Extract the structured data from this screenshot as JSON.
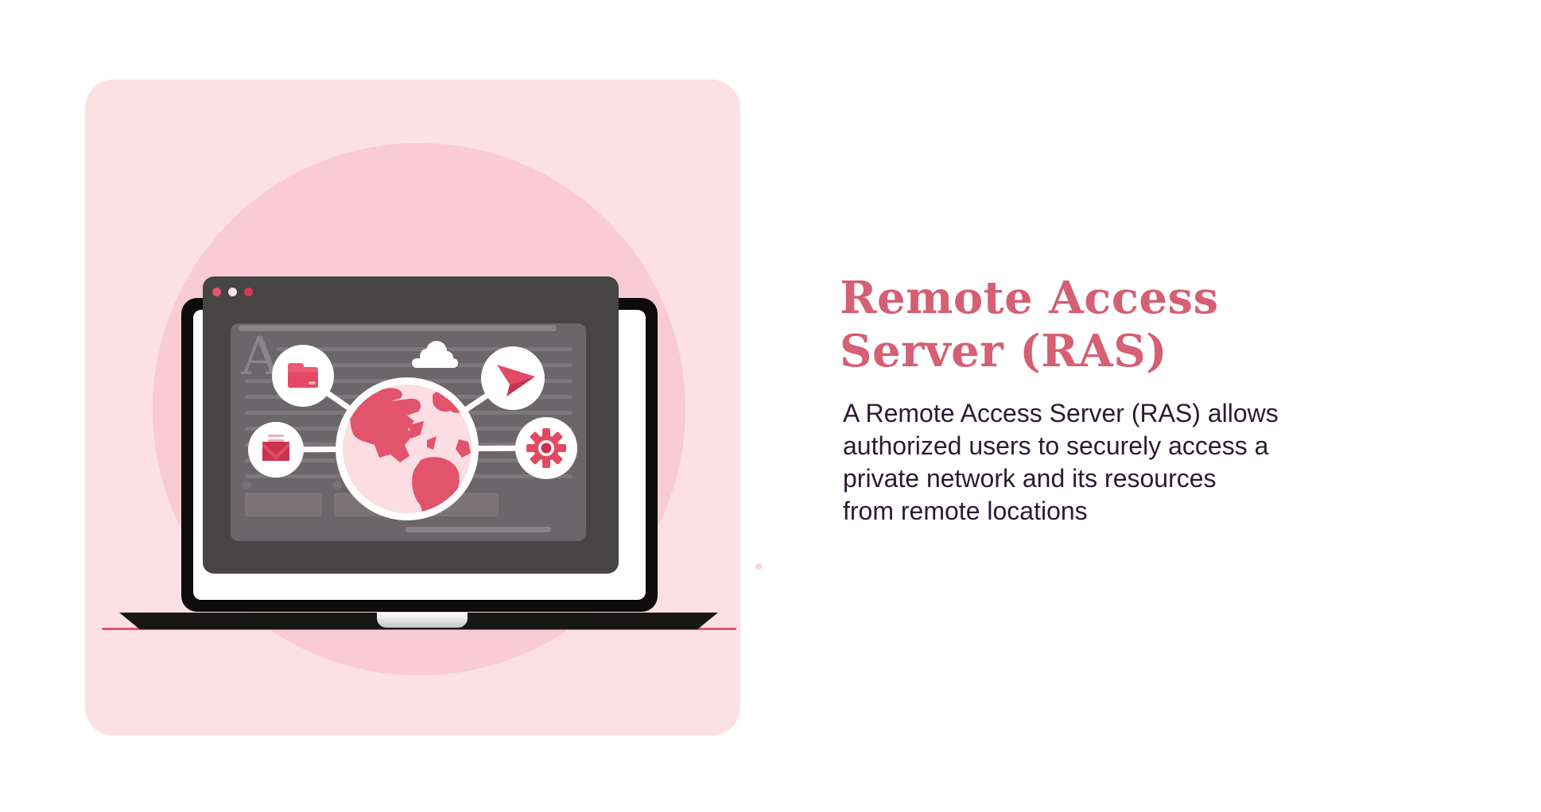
{
  "panel": {
    "title": "Remote Access Server (RAS)",
    "title_lines": [
      "Remote Access",
      "Server (RAS)"
    ],
    "description": "A Remote Access Server (RAS) allows authorized users to securely access a private network and its resources from remote locations",
    "description_lines": [
      "A Remote Access Server (RAS) allows",
      "authorized users to securely access a",
      "private network and its resources",
      "from remote locations"
    ]
  },
  "illustration": {
    "type": "laptop-browser-globe-network",
    "drop_cap": "A",
    "browser_window_controls": 3,
    "icons": [
      "folder-icon",
      "envelope-icon",
      "paper-plane-icon",
      "gear-icon",
      "globe-icon",
      "cloud-icon"
    ]
  },
  "colors": {
    "card_bg": "#FCE0E6",
    "circle_bg": "#F8CBD5",
    "title": "#D55F73",
    "body_text": "#2D1A33",
    "bezel": "#0D0B0C",
    "base": "#191616",
    "browser": "#474445",
    "content_bg": "#6B6669",
    "content_line": "#7D787B",
    "content_light": "#8B8589",
    "block": "#7B7578",
    "topbar": "#8A8488",
    "icon_red": "#E24A63",
    "icon_red_dark": "#C9334E",
    "icon_red_light": "#EA5B74",
    "icon_pale": "#F4AAB9",
    "globe_pink": "#FBDDE3",
    "continent": "#E2536C",
    "dot_red": "#E8516C",
    "dot_white": "#F6E3E7",
    "dot_crimson": "#D23A57",
    "underline": "#E7566C",
    "tiny_dot": "#F2BCC9"
  }
}
